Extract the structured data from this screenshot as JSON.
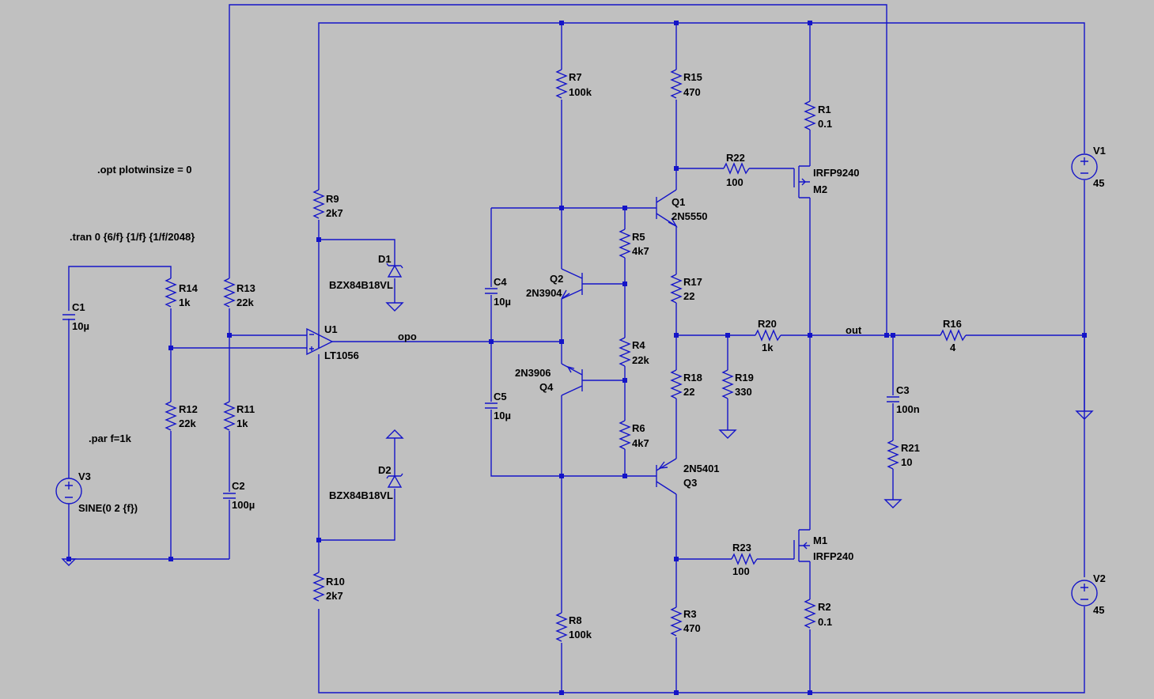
{
  "directives": {
    "opt": ".opt plotwinsize = 0",
    "tran": ".tran 0 {6/f} {1/f} {1/f/2048}",
    "par": ".par f=1k"
  },
  "components": {
    "R7": {
      "ref": "R7",
      "value": "100k"
    },
    "R15": {
      "ref": "R15",
      "value": "470"
    },
    "R1": {
      "ref": "R1",
      "value": "0.1"
    },
    "R22": {
      "ref": "R22",
      "value": "100"
    },
    "M2": {
      "ref": "M2",
      "value": "IRFP9240"
    },
    "V1": {
      "ref": "V1",
      "value": "45"
    },
    "R9": {
      "ref": "R9",
      "value": "2k7"
    },
    "Q1": {
      "ref": "Q1",
      "value": "2N5550"
    },
    "R5": {
      "ref": "R5",
      "value": "4k7"
    },
    "D1": {
      "ref": "D1",
      "value": "BZX84B18VL"
    },
    "Q2": {
      "ref": "Q2",
      "value": "2N3904"
    },
    "C4": {
      "ref": "C4",
      "value": "10µ"
    },
    "R17": {
      "ref": "R17",
      "value": "22"
    },
    "R14": {
      "ref": "R14",
      "value": "1k"
    },
    "R13": {
      "ref": "R13",
      "value": "22k"
    },
    "C1": {
      "ref": "C1",
      "value": "10µ"
    },
    "U1": {
      "ref": "U1",
      "value": "LT1056"
    },
    "R4": {
      "ref": "R4",
      "value": "22k"
    },
    "R20": {
      "ref": "R20",
      "value": "1k"
    },
    "R16": {
      "ref": "R16",
      "value": "4"
    },
    "Q4": {
      "ref": "Q4",
      "value": "2N3906"
    },
    "R18": {
      "ref": "R18",
      "value": "22"
    },
    "R19": {
      "ref": "R19",
      "value": "330"
    },
    "C3": {
      "ref": "C3",
      "value": "100n"
    },
    "C5": {
      "ref": "C5",
      "value": "10µ"
    },
    "R12": {
      "ref": "R12",
      "value": "22k"
    },
    "R11": {
      "ref": "R11",
      "value": "1k"
    },
    "R6": {
      "ref": "R6",
      "value": "4k7"
    },
    "R21": {
      "ref": "R21",
      "value": "10"
    },
    "D2": {
      "ref": "D2",
      "value": "BZX84B18VL"
    },
    "Q3": {
      "ref": "Q3",
      "value": "2N5401"
    },
    "V3": {
      "ref": "V3",
      "value": "SINE(0 2 {f})"
    },
    "C2": {
      "ref": "C2",
      "value": "100µ"
    },
    "M1": {
      "ref": "M1",
      "value": "IRFP240"
    },
    "R23": {
      "ref": "R23",
      "value": "100"
    },
    "V2": {
      "ref": "V2",
      "value": "45"
    },
    "R10": {
      "ref": "R10",
      "value": "2k7"
    },
    "R8": {
      "ref": "R8",
      "value": "100k"
    },
    "R3": {
      "ref": "R3",
      "value": "470"
    },
    "R2": {
      "ref": "R2",
      "value": "0.1"
    }
  },
  "nets": {
    "opo": "opo",
    "out": "out"
  },
  "colors": {
    "background": "#c0c0c0",
    "wire": "#1414c8",
    "text": "#000000"
  }
}
